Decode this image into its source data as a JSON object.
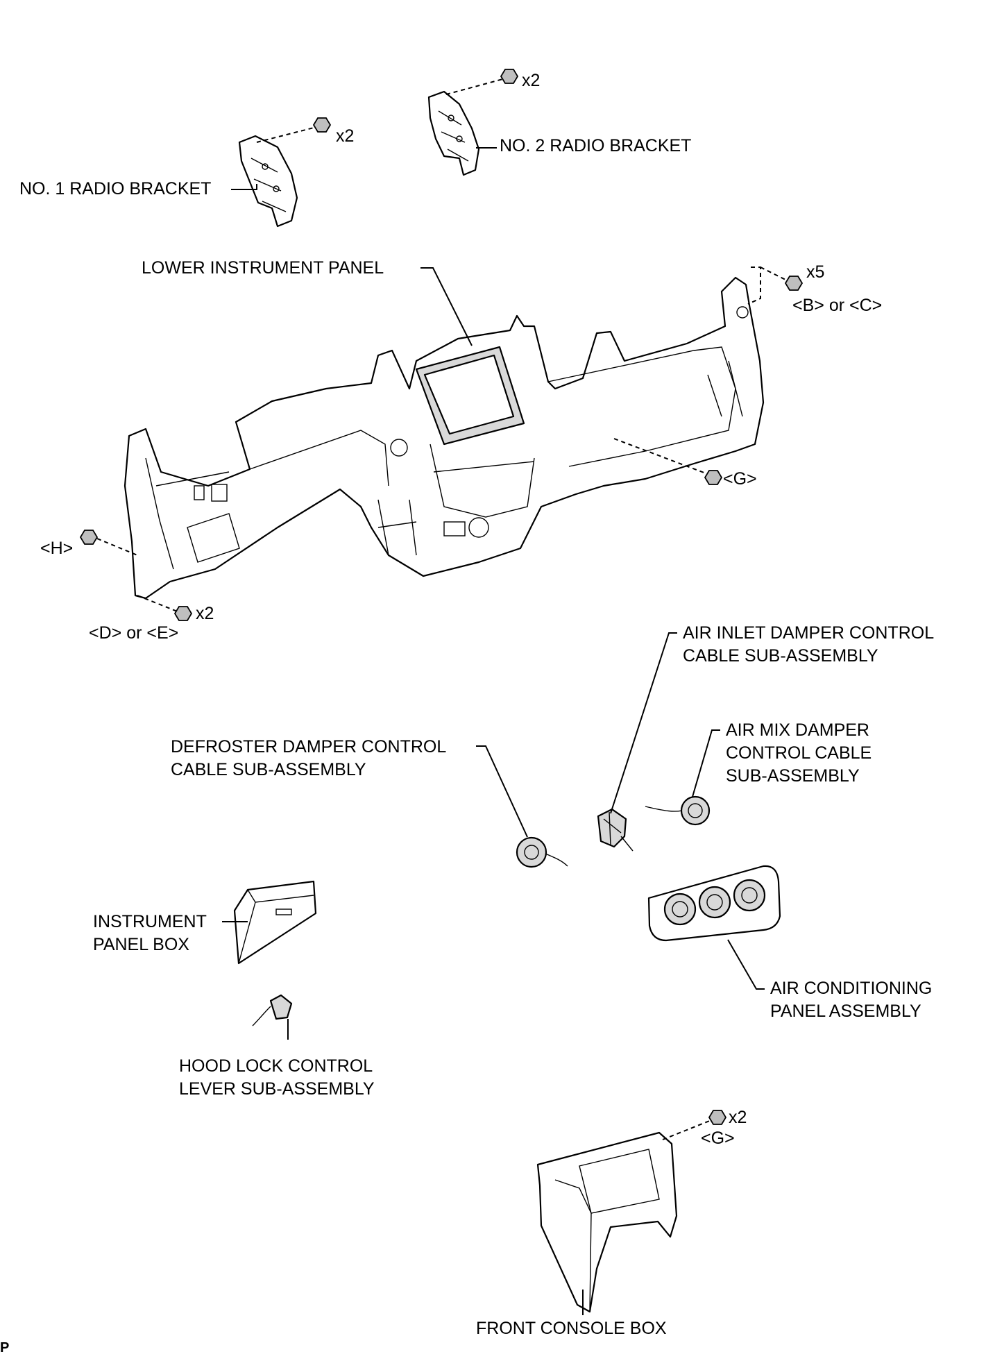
{
  "labels": {
    "no2_radio_bracket": "NO. 2 RADIO BRACKET",
    "no1_radio_bracket": "NO. 1 RADIO BRACKET",
    "lower_instrument_panel": "LOWER INSTRUMENT PANEL",
    "air_inlet_damper": [
      "AIR INLET DAMPER CONTROL",
      "CABLE SUB-ASSEMBLY"
    ],
    "defroster_damper": [
      "DEFROSTER DAMPER CONTROL",
      "CABLE SUB-ASSEMBLY"
    ],
    "air_mix_damper": [
      "AIR MIX DAMPER",
      "CONTROL CABLE",
      "SUB-ASSEMBLY"
    ],
    "instrument_panel_box": [
      "INSTRUMENT",
      "PANEL BOX"
    ],
    "air_conditioning_panel": [
      "AIR CONDITIONING",
      "PANEL ASSEMBLY"
    ],
    "hood_lock_lever": [
      "HOOD LOCK CONTROL",
      "LEVER SUB-ASSEMBLY"
    ],
    "front_console_box": "FRONT CONSOLE BOX"
  },
  "fasteners": {
    "no2_bracket_qty": "x2",
    "no1_bracket_qty": "x2",
    "panel_right_qty": "x5",
    "panel_right_ref": "<B> or <C>",
    "panel_center_ref": "<G>",
    "panel_left_ref": "<H>",
    "panel_lower_left_qty": "x2",
    "panel_lower_left_ref": "<D> or <E>",
    "console_qty": "x2",
    "console_ref": "<G>"
  },
  "corner_mark": "P"
}
